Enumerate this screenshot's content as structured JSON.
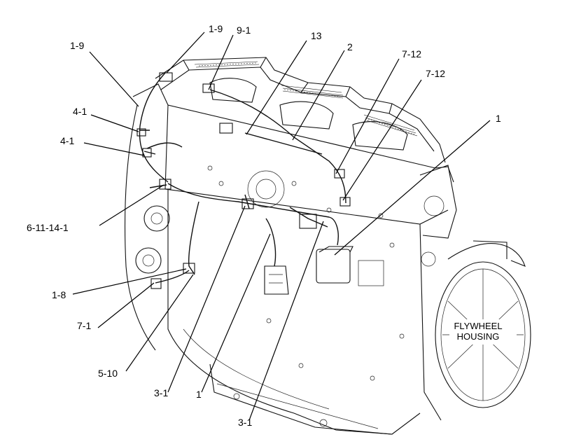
{
  "callouts": [
    {
      "id": "c_1_9_top",
      "text": "1-9"
    },
    {
      "id": "c_9_1",
      "text": "9-1"
    },
    {
      "id": "c_1_9_left",
      "text": "1-9"
    },
    {
      "id": "c_13",
      "text": "13"
    },
    {
      "id": "c_2",
      "text": "2"
    },
    {
      "id": "c_7_12_a",
      "text": "7-12"
    },
    {
      "id": "c_7_12_b",
      "text": "7-12"
    },
    {
      "id": "c_1_right",
      "text": "1"
    },
    {
      "id": "c_4_1_a",
      "text": "4-1"
    },
    {
      "id": "c_4_1_b",
      "text": "4-1"
    },
    {
      "id": "c_6_11_14_1",
      "text": "6-11-14-1"
    },
    {
      "id": "c_1_8",
      "text": "1-8"
    },
    {
      "id": "c_7_1",
      "text": "7-1"
    },
    {
      "id": "c_5_10",
      "text": "5-10"
    },
    {
      "id": "c_3_1_a",
      "text": "3-1"
    },
    {
      "id": "c_1_bottom",
      "text": "1"
    },
    {
      "id": "c_3_1_b",
      "text": "3-1"
    }
  ],
  "flywheel": {
    "line1": "FLYWHEEL",
    "line2": "HOUSING"
  }
}
